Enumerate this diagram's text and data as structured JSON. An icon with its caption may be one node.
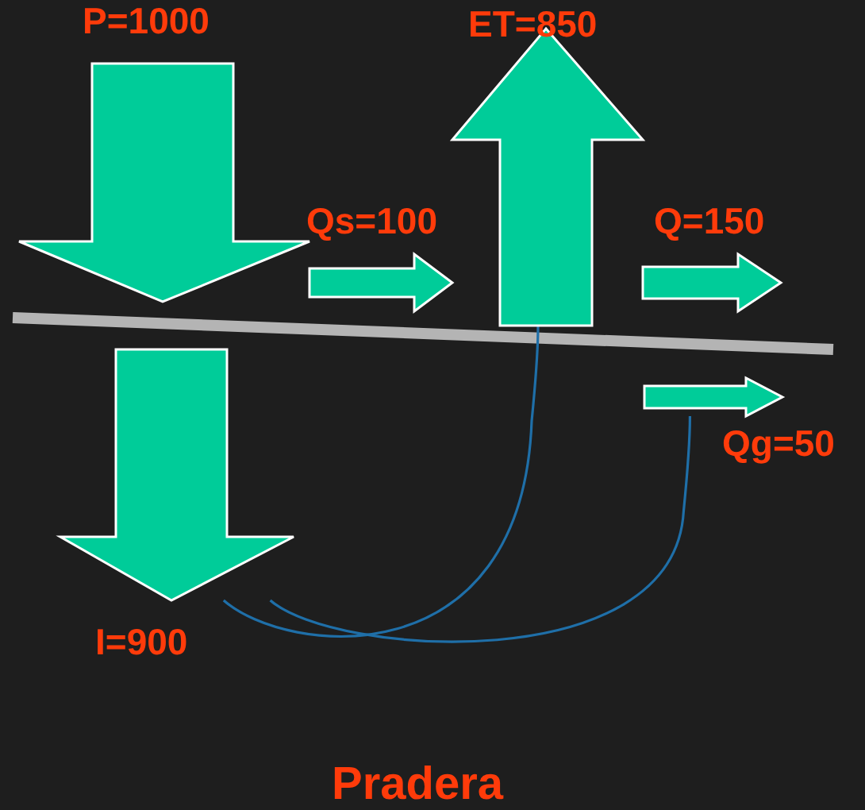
{
  "diagram": {
    "caption": "Pradera",
    "nodes": [
      {
        "text": [],
        "shape": "arrow",
        "beside": [
          "P=1000"
        ]
      },
      {
        "text": [],
        "shape": "arrow",
        "beside": [
          "ET=850"
        ]
      },
      {
        "text": [],
        "shape": "arrow",
        "beside": [
          "I=900"
        ]
      },
      {
        "text": [],
        "shape": "arrow",
        "beside": [
          "Qg=50"
        ]
      }
    ],
    "edges": [
      {
        "from": 0,
        "to": null,
        "arrow": "to",
        "label": "Qs=100",
        "style": "thick",
        "color": "#00cc99"
      },
      {
        "from": 1,
        "to": null,
        "arrow": "to",
        "label": "Q=150",
        "style": "thick",
        "color": "#00cc99"
      },
      {
        "from": 2,
        "to": 1,
        "arrow": "none"
      },
      {
        "from": 2,
        "to": 3,
        "arrow": "none"
      }
    ]
  }
}
